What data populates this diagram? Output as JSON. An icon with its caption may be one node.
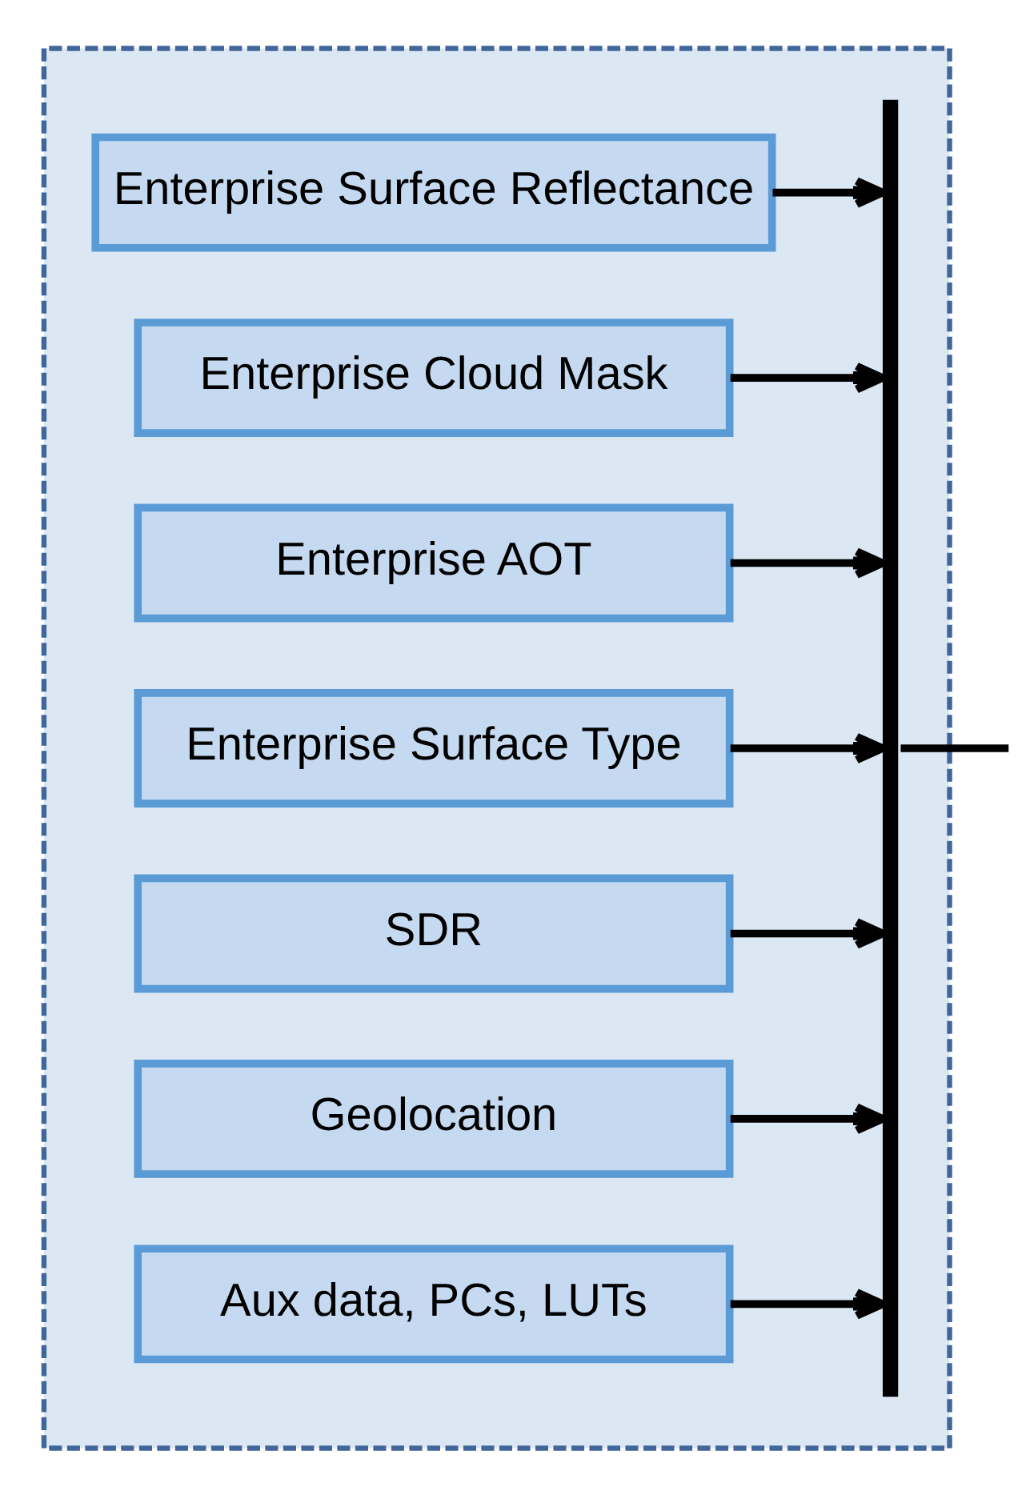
{
  "diagram": {
    "nodes": [
      {
        "text": [],
        "shape": "box"
      },
      {
        "text": [
          "Enterprise Surface Reflectance"
        ],
        "in": 0
      },
      {
        "text": [
          "Enterprise Cloud Mask"
        ],
        "in": 0
      },
      {
        "text": [
          "Enterprise AOT"
        ],
        "in": 0
      },
      {
        "text": [
          "Enterprise Surface Type"
        ],
        "in": 0
      },
      {
        "text": [
          "SDR"
        ],
        "in": 0
      },
      {
        "text": [
          "Geolocation"
        ],
        "in": 0
      },
      {
        "text": [
          "Aux data, PCs, LUTs"
        ],
        "in": 0
      },
      {
        "text": [],
        "shape": "bar",
        "in": 0
      }
    ],
    "edges": [
      {
        "from": 1,
        "to": 8,
        "arrow": "to"
      },
      {
        "from": 2,
        "to": 8,
        "arrow": "to"
      },
      {
        "from": 3,
        "to": 8,
        "arrow": "to"
      },
      {
        "from": 4,
        "to": 8,
        "arrow": "to"
      },
      {
        "from": 5,
        "to": 8,
        "arrow": "to"
      },
      {
        "from": 6,
        "to": 8,
        "arrow": "to"
      },
      {
        "from": 7,
        "to": 8,
        "arrow": "to"
      },
      {
        "from": 8,
        "to": null,
        "arrow": "none"
      }
    ]
  }
}
